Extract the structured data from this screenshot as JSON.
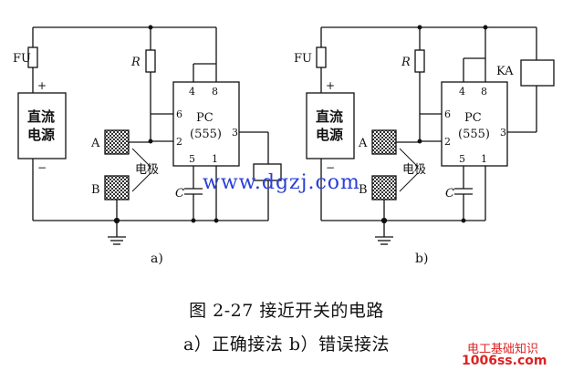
{
  "diagram_a": {
    "fuse": "FU",
    "resistor": "R",
    "plus": "+",
    "minus": "−",
    "supply_line1": "直流",
    "supply_line2": "电源",
    "electrode_a": "A",
    "electrode_b": "B",
    "electrode_label": "电极",
    "chip_name": "PC",
    "chip_part": "(555)",
    "pin4": "4",
    "pin8": "8",
    "pin6": "6",
    "pin2": "2",
    "pin3": "3",
    "pin5": "5",
    "pin1": "1",
    "capacitor": "C",
    "sublabel": "a)"
  },
  "diagram_b": {
    "fuse": "FU",
    "resistor": "R",
    "plus": "+",
    "minus": "−",
    "supply_line1": "直流",
    "supply_line2": "电源",
    "electrode_a": "A",
    "electrode_b": "B",
    "electrode_label": "电极",
    "chip_name": "PC",
    "chip_part": "(555)",
    "pin4": "4",
    "pin8": "8",
    "pin6": "6",
    "pin2": "2",
    "pin3": "3",
    "pin5": "5",
    "pin1": "1",
    "capacitor": "C",
    "relay": "KA",
    "sublabel": "b)"
  },
  "caption_title": "图 2-27 接近开关的电路",
  "caption_sub": "a）正确接法 b）错误接法",
  "watermark_site": "www.dgzj.com",
  "watermark_red_top": "电工基础知识",
  "watermark_red_bottom": "1006ss.com"
}
